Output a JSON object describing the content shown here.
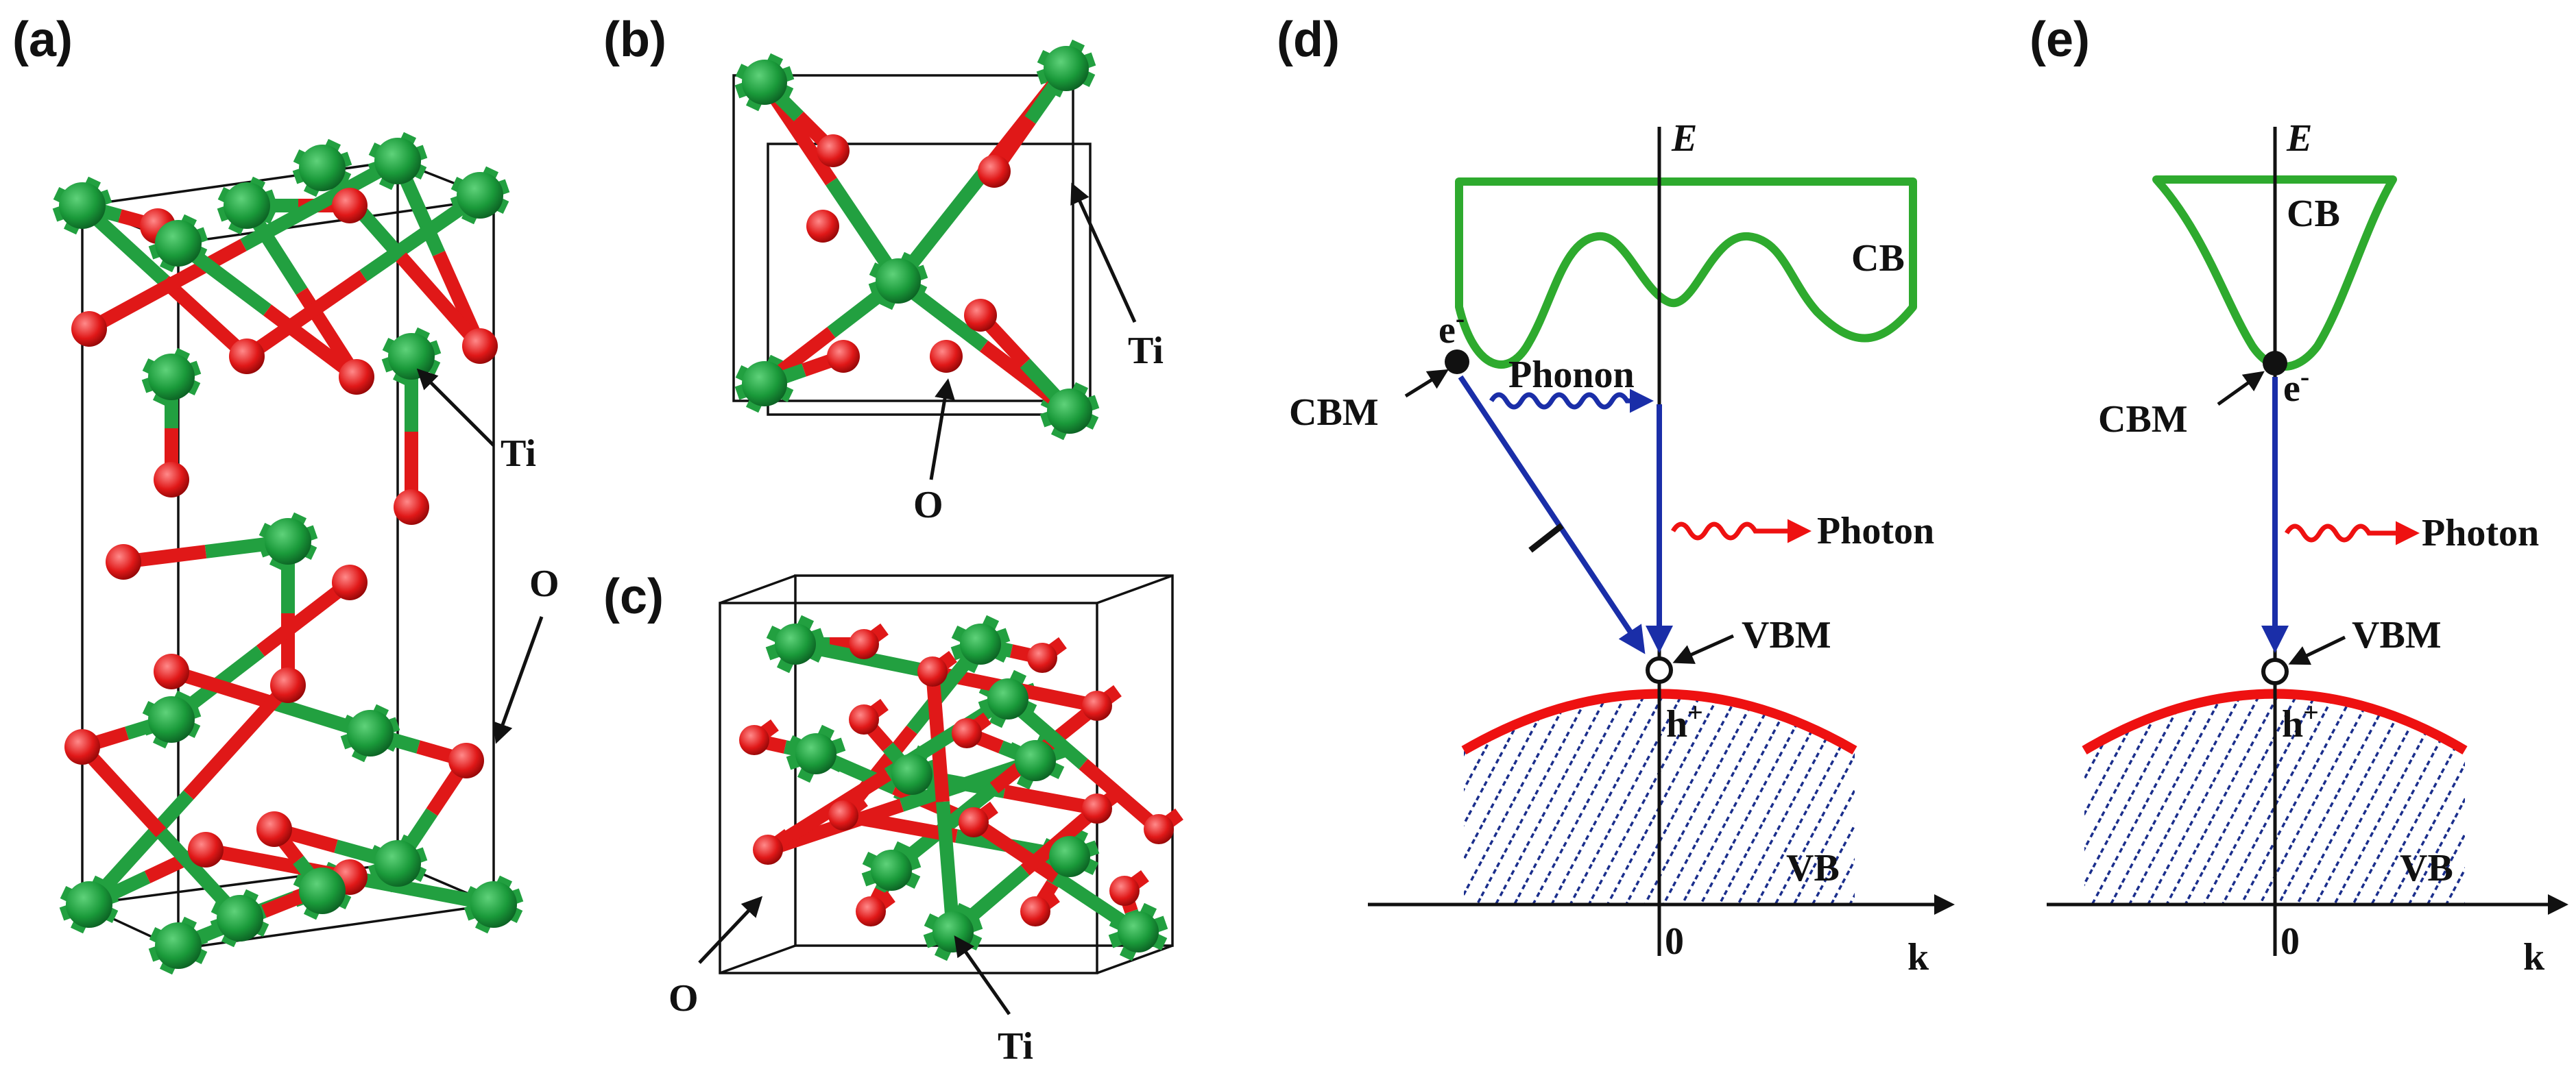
{
  "panels": {
    "a": {
      "label": "(a)",
      "ti_label": "Ti",
      "o_label": "O"
    },
    "b": {
      "label": "(b)",
      "ti_label": "Ti",
      "o_label": "O"
    },
    "c": {
      "label": "(c)",
      "ti_label": "Ti",
      "o_label": "O"
    },
    "d": {
      "label": "(d)",
      "energy_axis": "E",
      "k_axis": "k",
      "origin": "0",
      "cb": "CB",
      "vb": "VB",
      "cbm": "CBM",
      "vbm": "VBM",
      "electron": "e",
      "electron_sup": "-",
      "hole": "h",
      "hole_sup": "+",
      "phonon": "Phonon",
      "photon": "Photon"
    },
    "e": {
      "label": "(e)",
      "energy_axis": "E",
      "k_axis": "k",
      "origin": "0",
      "cb": "CB",
      "vb": "VB",
      "cbm": "CBM",
      "vbm": "VBM",
      "electron": "e",
      "electron_sup": "-",
      "hole": "h",
      "hole_sup": "+",
      "photon": "Photon"
    }
  },
  "colors": {
    "titanium": "#1a9a3a",
    "titanium_bond": "#22a040",
    "oxygen": "#e01818",
    "conduction_band": "#2eaa2e",
    "valence_band_edge": "#ee1111",
    "valence_hatch": "#1a2e8c",
    "transition_arrow": "#1a2ea8",
    "photon": "#ee1111",
    "line": "#111111"
  }
}
